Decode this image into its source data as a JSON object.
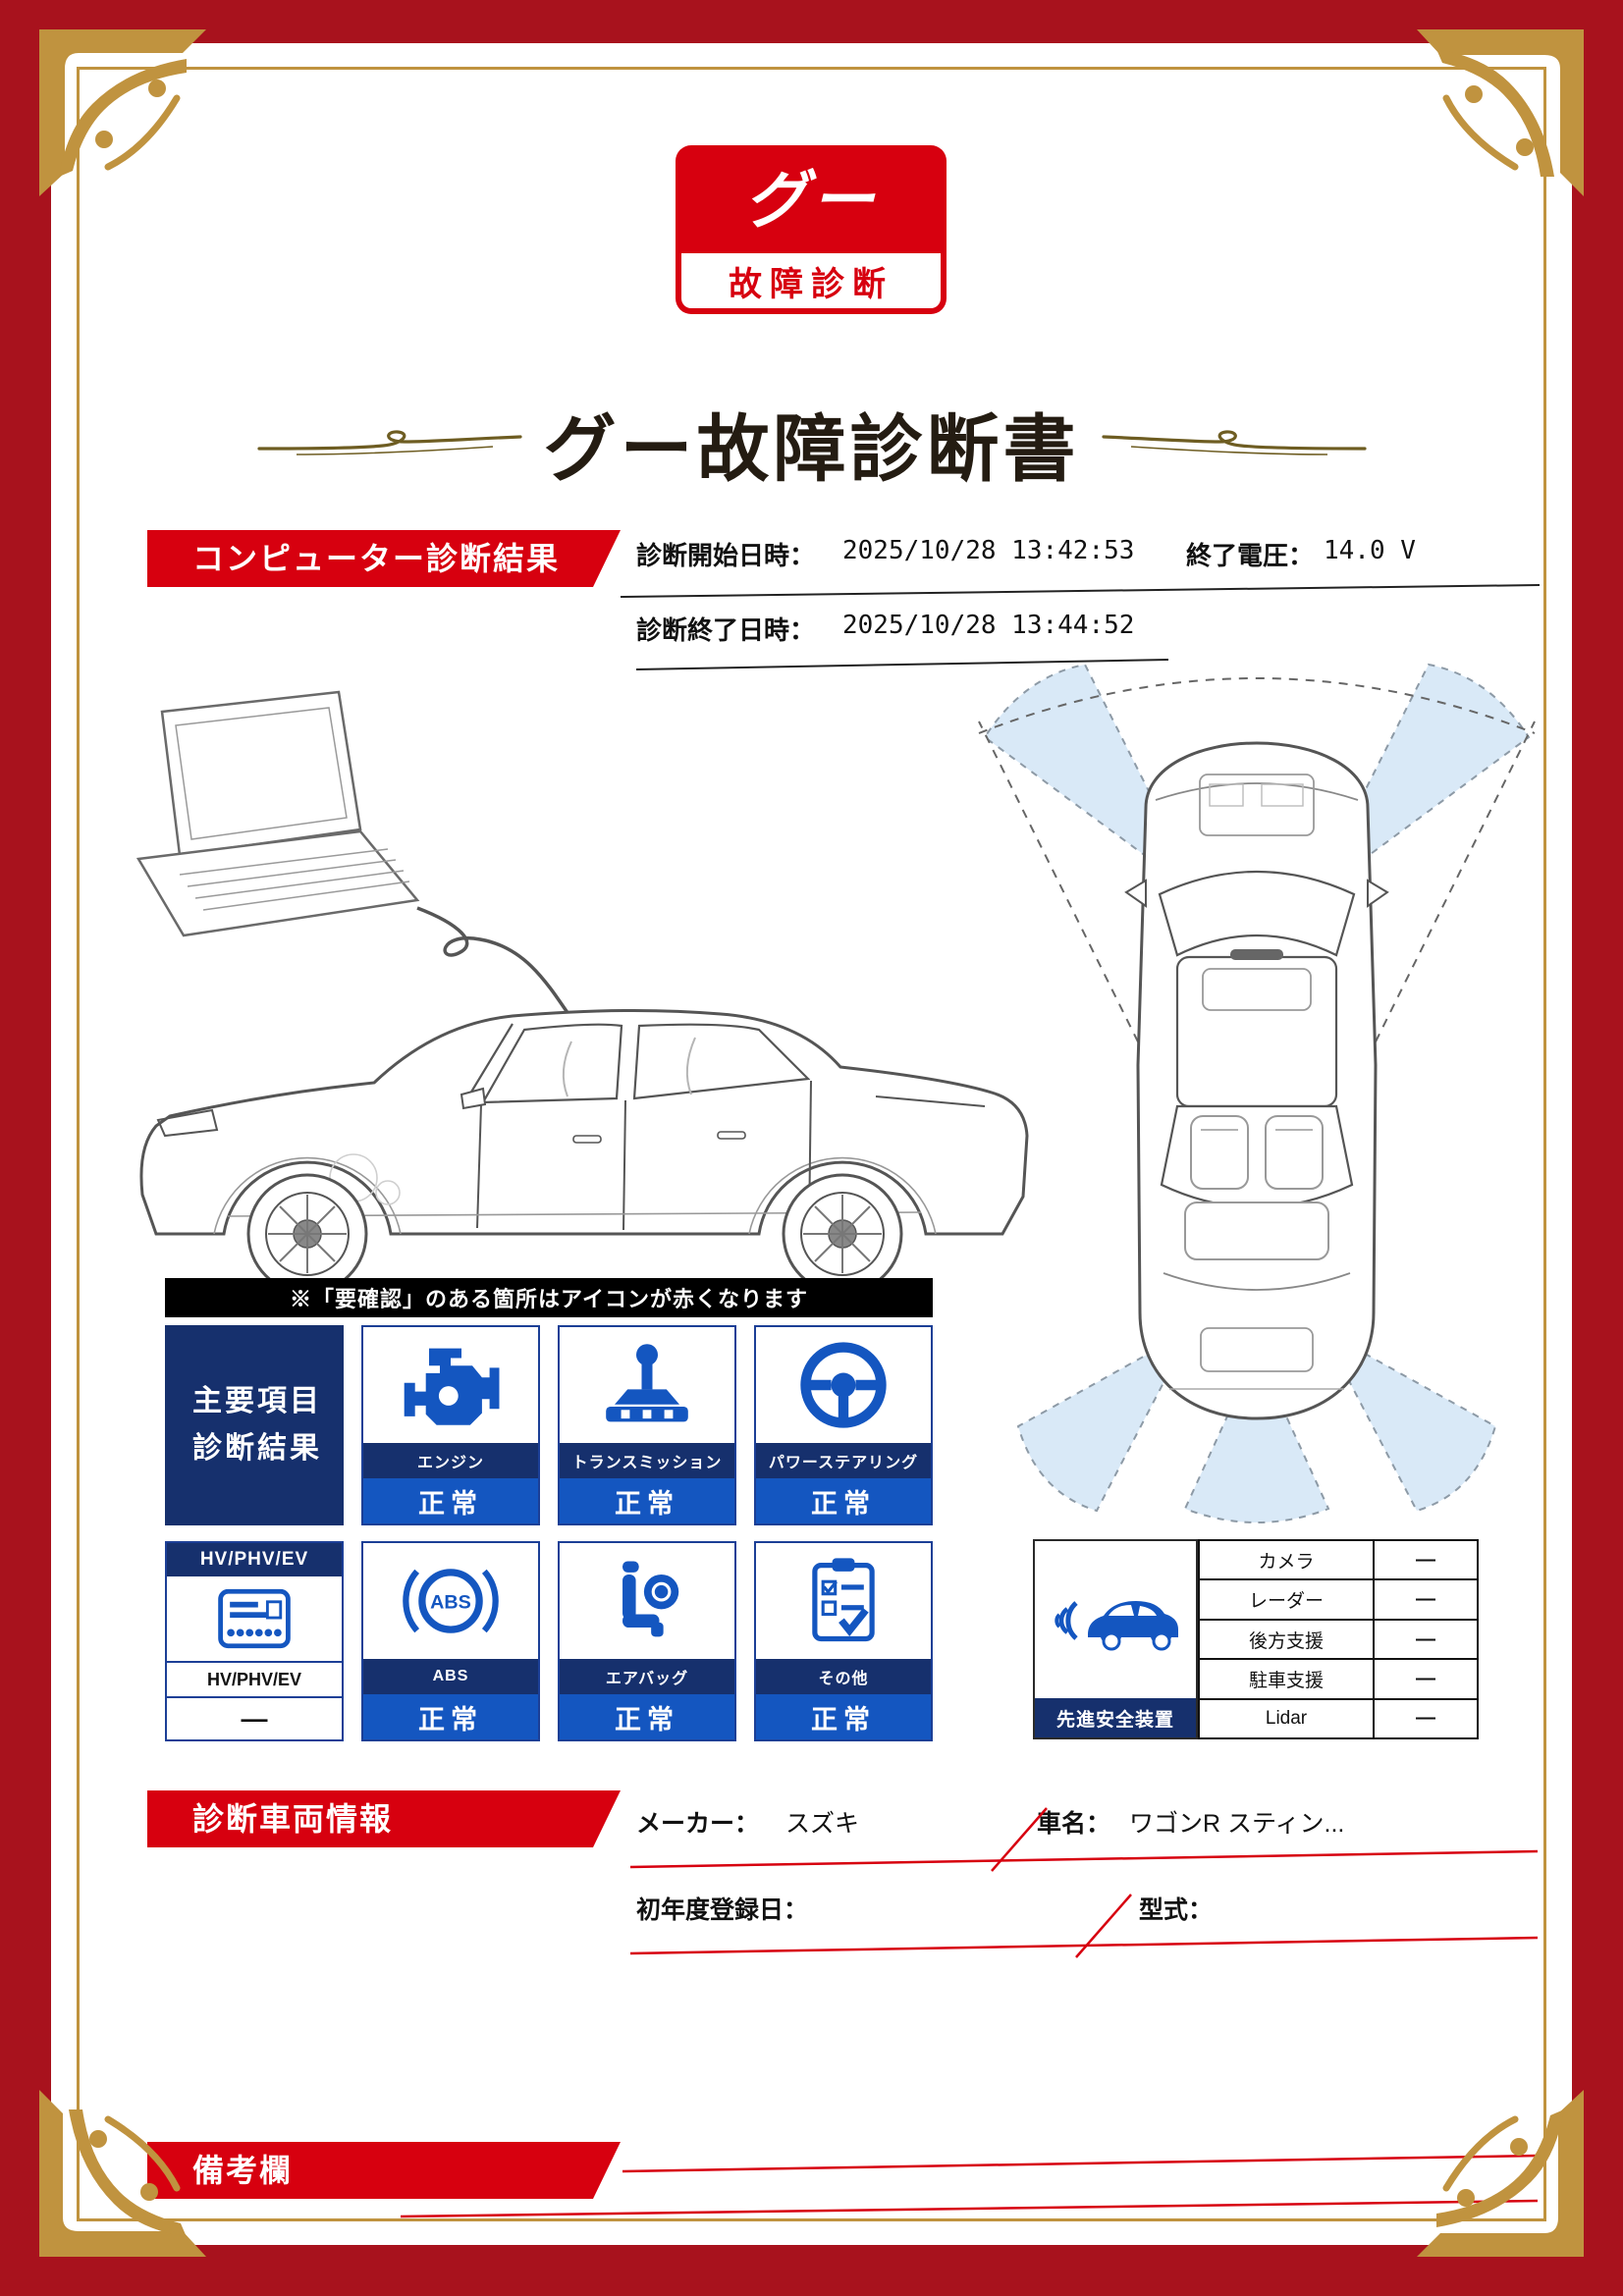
{
  "colors": {
    "red": "#d7000f",
    "border_red": "#a8121d",
    "navy": "#16306d",
    "blue": "#1456c0",
    "gold": "#c0933f",
    "light_blue": "#d9e9f7"
  },
  "logo": {
    "brand": "グー",
    "subtitle": "故障診断"
  },
  "title": "グー故障診断書",
  "computer_section": {
    "banner": "コンピューター診断結果",
    "start_label": "診断開始日時：",
    "start_value": "2025/10/28 13:42:53",
    "end_label": "診断終了日時：",
    "end_value": "2025/10/28 13:44:52",
    "voltage_label": "終了電圧：",
    "voltage_value": "14.0 V"
  },
  "notice": "※「要確認」のある箇所はアイコンが赤くなります",
  "summary_card": {
    "line1": "主要項目",
    "line2": "診断結果"
  },
  "items": [
    {
      "name": "エンジン",
      "status": "正常"
    },
    {
      "name": "トランスミッション",
      "status": "正常"
    },
    {
      "name": "パワーステアリング",
      "status": "正常"
    },
    {
      "name": "ABS",
      "status": "正常"
    },
    {
      "name": "エアバッグ",
      "status": "正常"
    },
    {
      "name": "その他",
      "status": "正常"
    }
  ],
  "hv_card": {
    "header": "HV/PHV/EV",
    "label": "HV/PHV/EV",
    "status": "—"
  },
  "adas": {
    "label": "先進安全装置",
    "rows": [
      {
        "name": "カメラ",
        "value": "—"
      },
      {
        "name": "レーダー",
        "value": "—"
      },
      {
        "name": "後方支援",
        "value": "—"
      },
      {
        "name": "駐車支援",
        "value": "—"
      },
      {
        "name": "Lidar",
        "value": "—"
      }
    ]
  },
  "vehicle_section": {
    "banner": "診断車両情報",
    "maker_label": "メーカー：",
    "maker_value": "スズキ",
    "name_label": "車名：",
    "name_value": "ワゴンR スティン...",
    "first_registration_label": "初年度登録日：",
    "model_label": "型式："
  },
  "remarks_section": {
    "banner": "備考欄"
  }
}
